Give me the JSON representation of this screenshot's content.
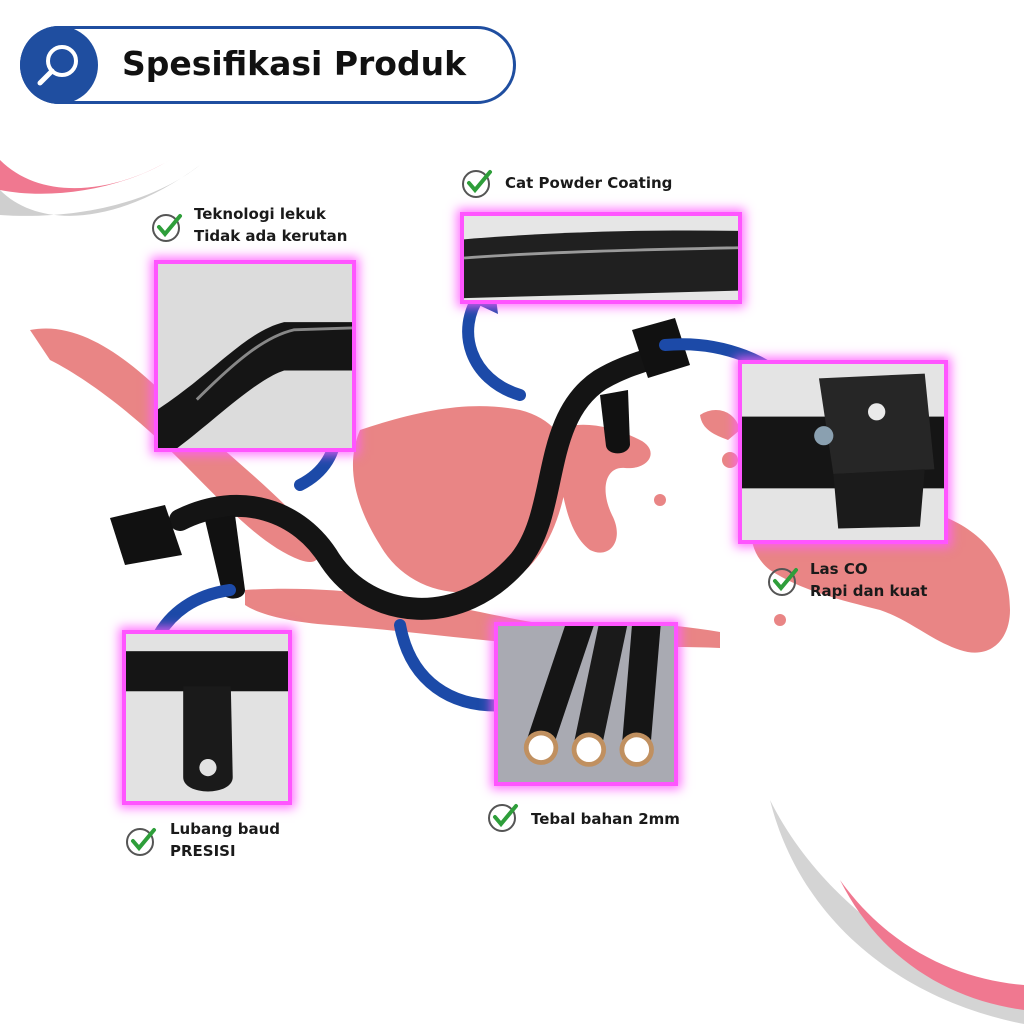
{
  "title": "Spesifikasi Produk",
  "icons": {
    "title": "search-icon",
    "feature": "check-circle-icon"
  },
  "colors": {
    "brand_blue": "#1f4ea0",
    "arrow_blue": "#1c4aa8",
    "map_pink": "#e98585",
    "frame_glow": "#ff55ff",
    "swoosh_pink": "#f07890",
    "swoosh_gray": "#cccccc"
  },
  "features": [
    {
      "lines": [
        "Teknologi lekuk",
        "Tidak ada kerutan"
      ]
    },
    {
      "lines": [
        "Cat Powder Coating"
      ]
    },
    {
      "lines": [
        "Las CO",
        "Rapi dan kuat"
      ]
    },
    {
      "lines": [
        "Lubang baud",
        "PRESISI"
      ]
    },
    {
      "lines": [
        "Tebal bahan 2mm"
      ]
    }
  ]
}
